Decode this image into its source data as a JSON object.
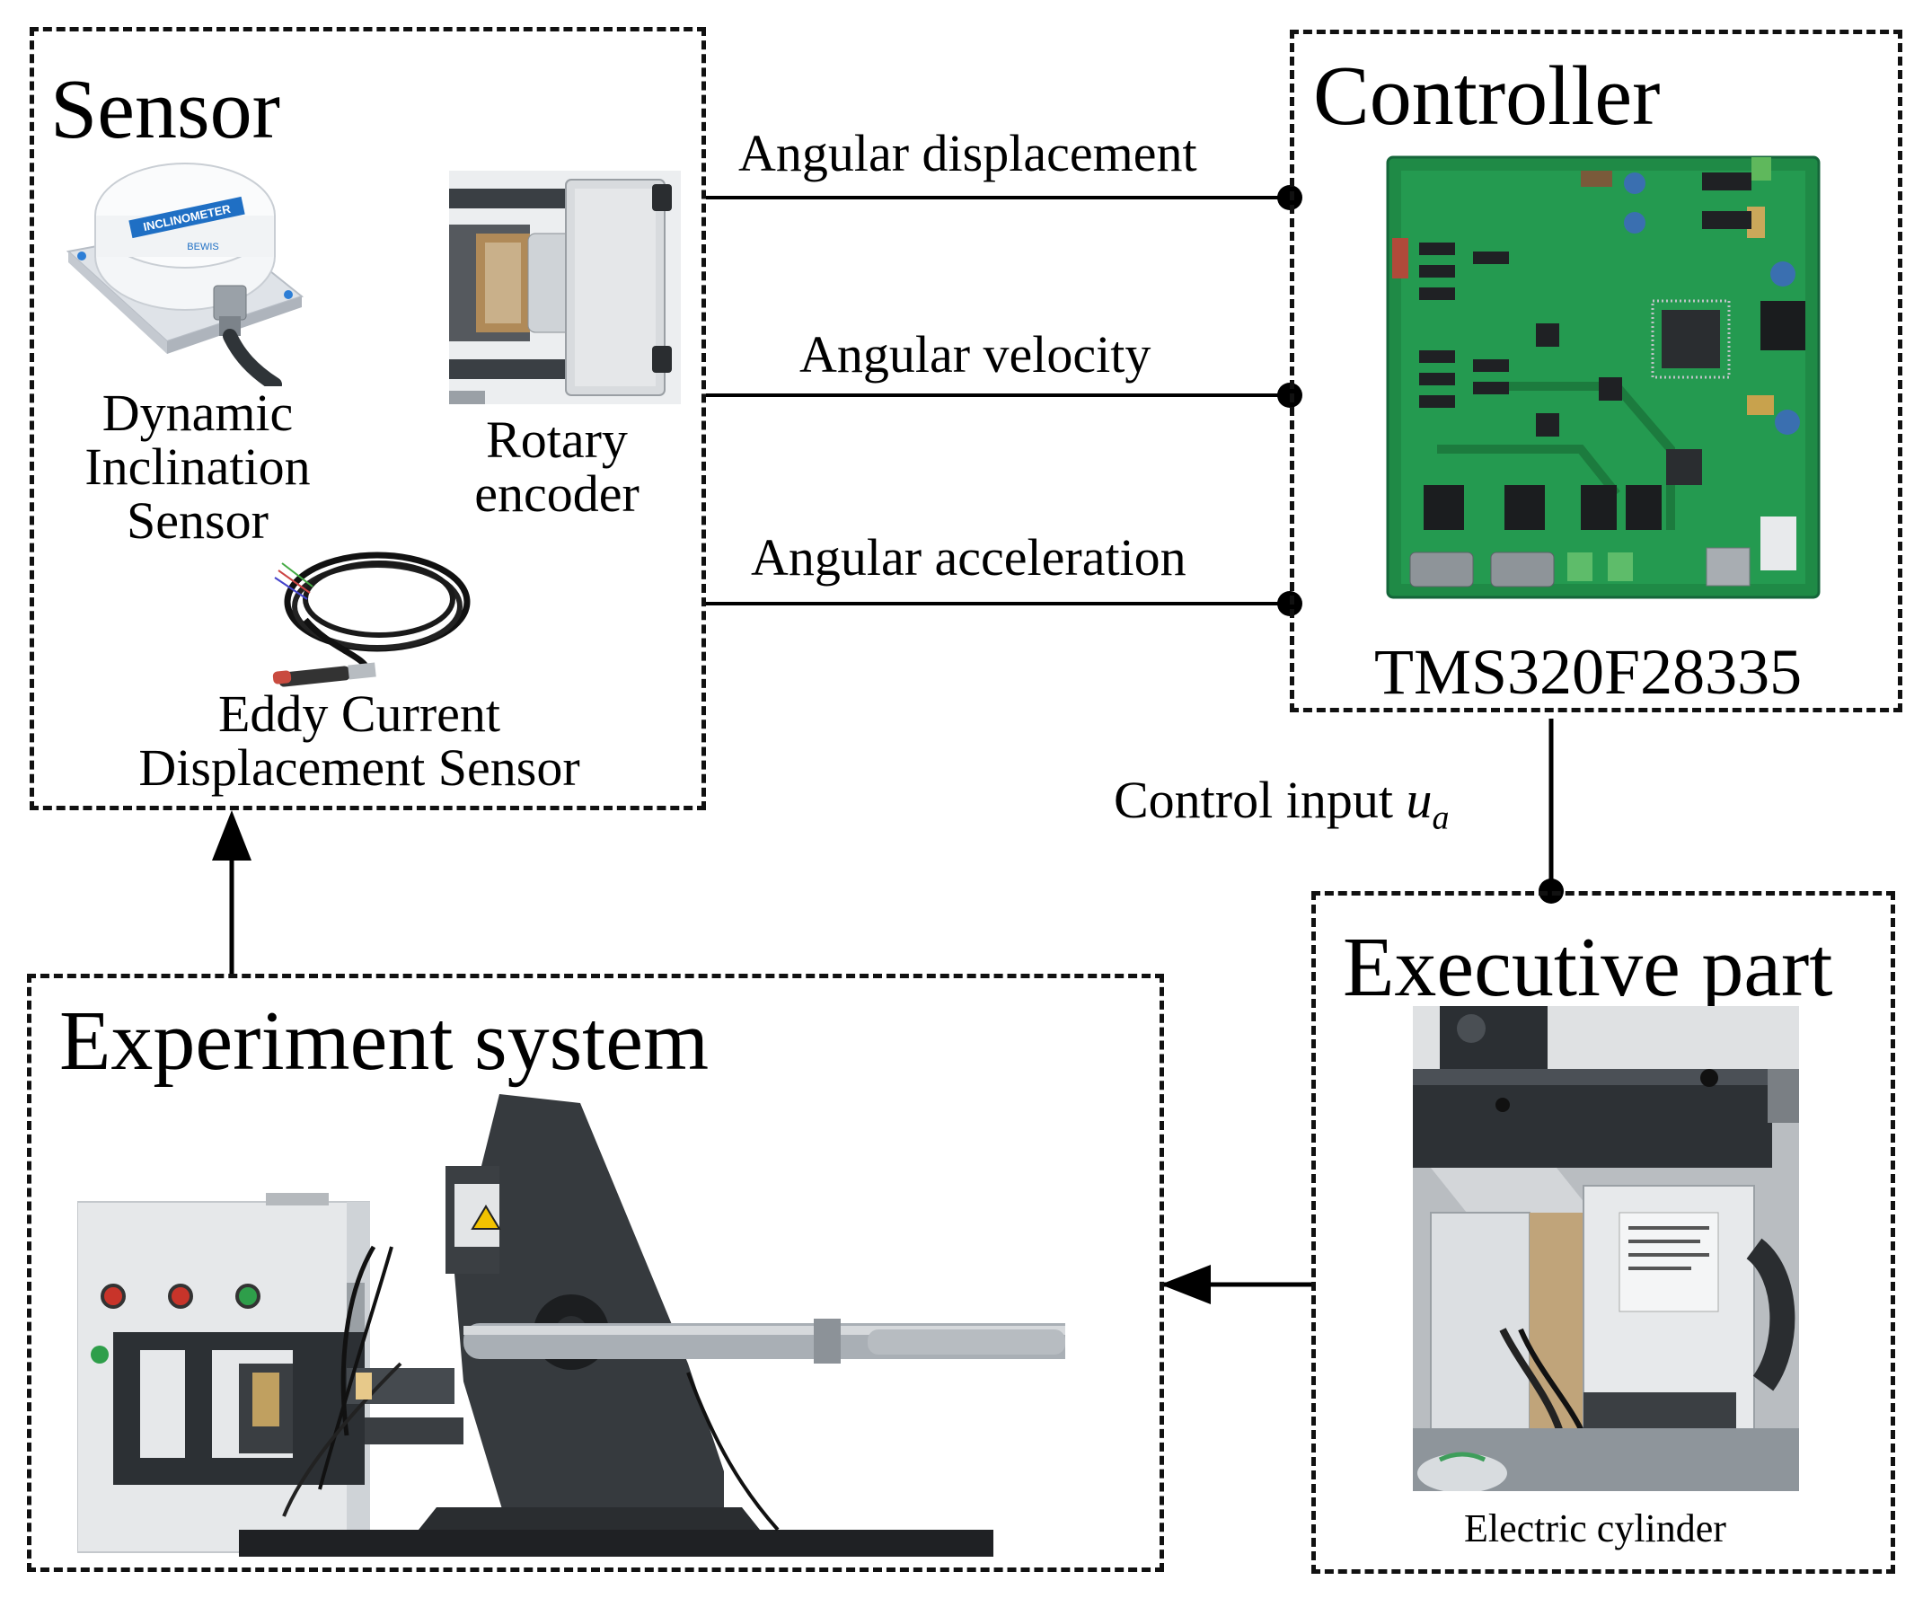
{
  "sensor": {
    "title": "Sensor",
    "inclination_label": [
      "Dynamic",
      "Inclination",
      "Sensor"
    ],
    "encoder_label": [
      "Rotary",
      "encoder"
    ],
    "eddy_label": [
      "Eddy Current",
      "Displacement Sensor"
    ],
    "inclinometer_text": "INCLINOMETER",
    "brand_text": "BEWIS"
  },
  "signals": {
    "displacement": "Angular displacement",
    "velocity": "Angular velocity",
    "acceleration": "Angular acceleration"
  },
  "controller": {
    "title": "Controller",
    "chip": "TMS320F28335"
  },
  "control_input": {
    "label": "Control input",
    "symbol": "u",
    "subscript": "a"
  },
  "executive": {
    "title": "Executive part",
    "caption": "Electric cylinder"
  },
  "experiment": {
    "title": "Experiment system"
  }
}
